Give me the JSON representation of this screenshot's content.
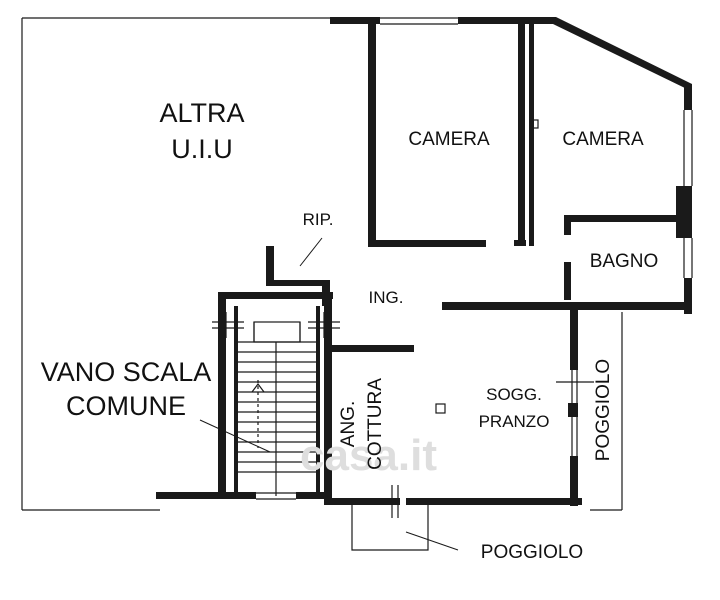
{
  "floor_plan": {
    "rooms": {
      "altra_uiu": [
        "ALTRA",
        "U.I.U"
      ],
      "camera_1": "CAMERA",
      "camera_2": "CAMERA",
      "ripostiglio": "RIP.",
      "bagno": "BAGNO",
      "ingresso": "ING.",
      "vano_scala": [
        "VANO SCALA",
        "COMUNE"
      ],
      "angolo_cottura": [
        "ANG.",
        "COTTURA"
      ],
      "soggiorno": [
        "SOGG.",
        "PRANZO"
      ],
      "poggiolo_right": "POGGIOLO",
      "poggiolo_bottom": "POGGIOLO"
    },
    "watermark": "casa.it"
  },
  "colors": {
    "wall": "#1a1a1a",
    "background": "#ffffff",
    "watermark": "#d0d0d0"
  }
}
